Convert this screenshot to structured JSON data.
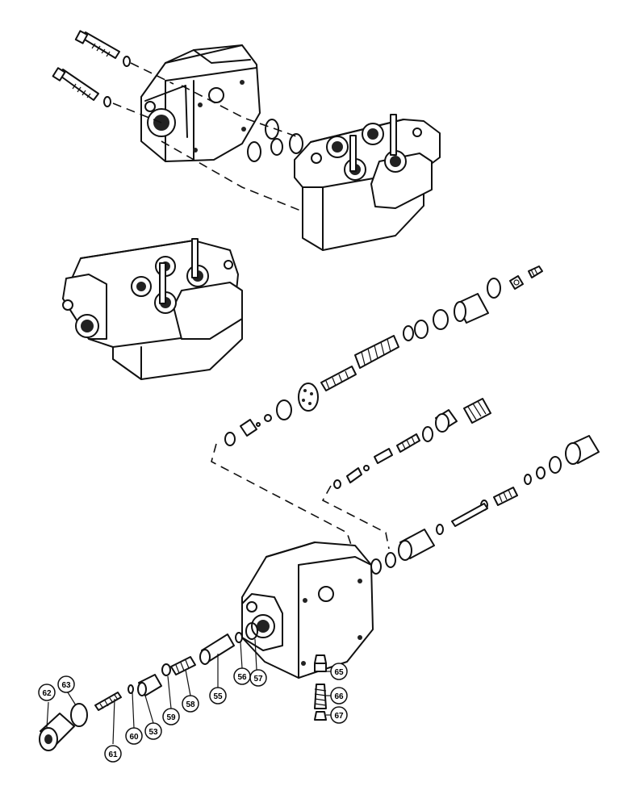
{
  "diagram": {
    "callouts": [
      {
        "id": "c62",
        "label": "62"
      },
      {
        "id": "c63",
        "label": "63"
      },
      {
        "id": "c61",
        "label": "61"
      },
      {
        "id": "c60",
        "label": "60"
      },
      {
        "id": "c53",
        "label": "53"
      },
      {
        "id": "c59",
        "label": "59"
      },
      {
        "id": "c58",
        "label": "58"
      },
      {
        "id": "c55",
        "label": "55"
      },
      {
        "id": "c56",
        "label": "56"
      },
      {
        "id": "c57",
        "label": "57"
      },
      {
        "id": "c65",
        "label": "65"
      },
      {
        "id": "c66",
        "label": "66"
      },
      {
        "id": "c67",
        "label": "67"
      }
    ]
  }
}
